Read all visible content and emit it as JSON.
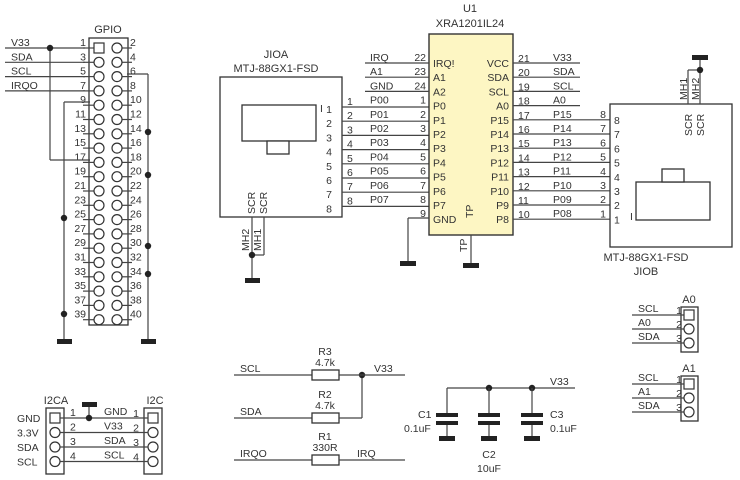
{
  "gpio": {
    "title": "GPIO",
    "nets_left": [
      "V33",
      "SDA",
      "SCL",
      "IRQO"
    ],
    "pins_odd": [
      "1",
      "3",
      "5",
      "7",
      "9",
      "11",
      "13",
      "15",
      "17",
      "19",
      "21",
      "23",
      "25",
      "27",
      "29",
      "31",
      "33",
      "35",
      "37",
      "39"
    ],
    "pins_even": [
      "2",
      "4",
      "6",
      "8",
      "10",
      "12",
      "14",
      "16",
      "18",
      "20",
      "22",
      "24",
      "26",
      "28",
      "30",
      "32",
      "34",
      "36",
      "38",
      "40"
    ]
  },
  "jioa": {
    "ref": "JIOA",
    "part": "MTJ-88GX1-FSD",
    "inner_pins": [
      "1",
      "2",
      "3",
      "4",
      "5",
      "6",
      "7",
      "8"
    ],
    "outer_pins": [
      "1",
      "2",
      "3",
      "4",
      "5",
      "6",
      "7",
      "8"
    ],
    "scr_labels": [
      "SCR",
      "SCR"
    ],
    "mh_labels": [
      "MH2",
      "MH1"
    ],
    "mark": "I"
  },
  "u1": {
    "ref": "U1",
    "part": "XRA1201IL24",
    "color": "#fdf6c3",
    "left": [
      {
        "net": "IRQ",
        "num": "22",
        "pin": "IRQ!"
      },
      {
        "net": "A1",
        "num": "23",
        "pin": "A1"
      },
      {
        "net": "GND",
        "num": "24",
        "pin": "A2"
      },
      {
        "net": "P00",
        "num": "1",
        "pin": "P0"
      },
      {
        "net": "P01",
        "num": "2",
        "pin": "P1"
      },
      {
        "net": "P02",
        "num": "3",
        "pin": "P2"
      },
      {
        "net": "P03",
        "num": "4",
        "pin": "P3"
      },
      {
        "net": "P04",
        "num": "5",
        "pin": "P4"
      },
      {
        "net": "P05",
        "num": "6",
        "pin": "P5"
      },
      {
        "net": "P06",
        "num": "7",
        "pin": "P6"
      },
      {
        "net": "P07",
        "num": "8",
        "pin": "P7"
      },
      {
        "net": "",
        "num": "9",
        "pin": "GND"
      }
    ],
    "right": [
      {
        "net": "V33",
        "num": "21",
        "pin": "VCC"
      },
      {
        "net": "SDA",
        "num": "20",
        "pin": "SDA"
      },
      {
        "net": "SCL",
        "num": "19",
        "pin": "SCL"
      },
      {
        "net": "A0",
        "num": "18",
        "pin": "A0"
      },
      {
        "net": "P15",
        "num": "17",
        "pin": "P15"
      },
      {
        "net": "P14",
        "num": "16",
        "pin": "P14"
      },
      {
        "net": "P13",
        "num": "15",
        "pin": "P13"
      },
      {
        "net": "P12",
        "num": "14",
        "pin": "P12"
      },
      {
        "net": "P11",
        "num": "13",
        "pin": "P11"
      },
      {
        "net": "P10",
        "num": "12",
        "pin": "P10"
      },
      {
        "net": "P09",
        "num": "11",
        "pin": "P9"
      },
      {
        "net": "P08",
        "num": "10",
        "pin": "P8"
      }
    ],
    "tp_inner": "TP",
    "tp_outer": "TP"
  },
  "jiob": {
    "ref": "JIOB",
    "part": "MTJ-88GX1-FSD",
    "outer_pins": [
      "8",
      "7",
      "6",
      "5",
      "4",
      "3",
      "2",
      "1"
    ],
    "inner_pins": [
      "8",
      "7",
      "6",
      "5",
      "4",
      "3",
      "2",
      "1"
    ],
    "scr_labels": [
      "SCR",
      "SCR"
    ],
    "mh_labels": [
      "MH1",
      "MH2"
    ],
    "mark": "I"
  },
  "addr_a0": {
    "title": "A0",
    "nets": [
      "SCL",
      "A0",
      "SDA"
    ],
    "pins": [
      "1",
      "2",
      "3"
    ]
  },
  "addr_a1": {
    "title": "A1",
    "nets": [
      "SCL",
      "A1",
      "SDA"
    ],
    "pins": [
      "1",
      "2",
      "3"
    ]
  },
  "i2c": {
    "left_title": "I2CA",
    "right_title": "I2C",
    "side_labels": [
      "GND",
      "3.3V",
      "SDA",
      "SCL"
    ],
    "left_pins": [
      "1",
      "2",
      "3",
      "4"
    ],
    "nets": [
      "GND",
      "V33",
      "SDA",
      "SCL"
    ],
    "right_pins": [
      "1",
      "2",
      "3",
      "4"
    ]
  },
  "resistors": [
    {
      "ref": "R3",
      "value": "4.7k",
      "left_net": "SCL",
      "right_net": "V33"
    },
    {
      "ref": "R2",
      "value": "4.7k",
      "left_net": "SDA",
      "right_net": ""
    },
    {
      "ref": "R1",
      "value": "330R",
      "left_net": "IRQO",
      "right_net": "IRQ"
    }
  ],
  "capacitors": {
    "net": "V33",
    "items": [
      {
        "ref": "C1",
        "value": "0.1uF"
      },
      {
        "ref": "C2",
        "value": "10uF"
      },
      {
        "ref": "C3",
        "value": "0.1uF"
      }
    ]
  }
}
